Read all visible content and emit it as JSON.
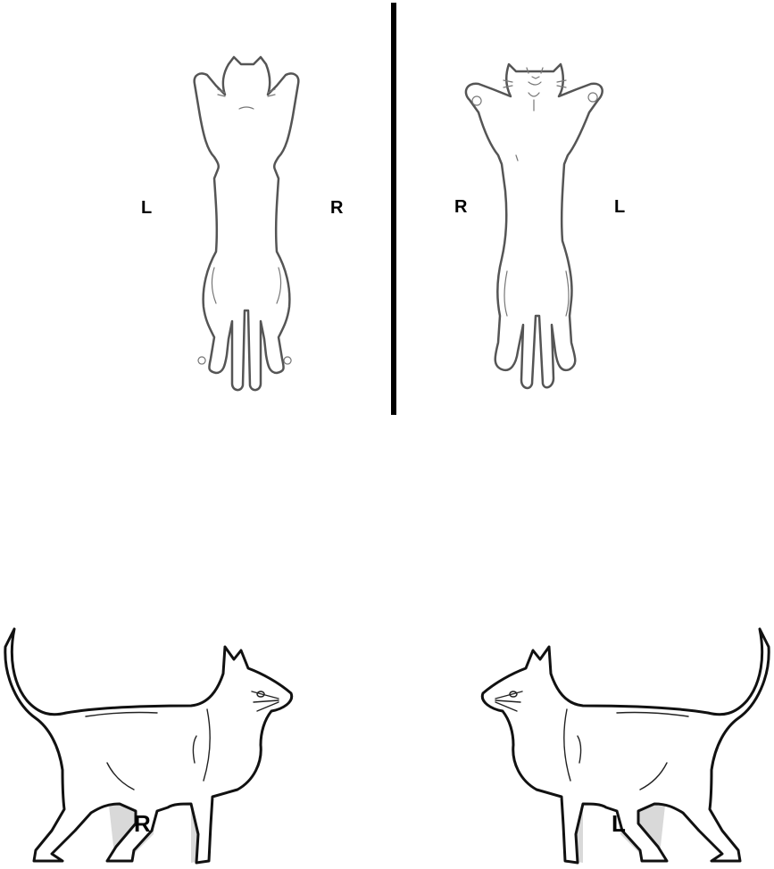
{
  "labels": {
    "dorsal_left": "L",
    "dorsal_right": "R",
    "ventral_right": "R",
    "ventral_left": "L",
    "lateral_right": "R",
    "lateral_left": "L"
  },
  "colors": {
    "background": "#ffffff",
    "divider": "#000000",
    "outline": "#555555",
    "ink": "#111111"
  }
}
